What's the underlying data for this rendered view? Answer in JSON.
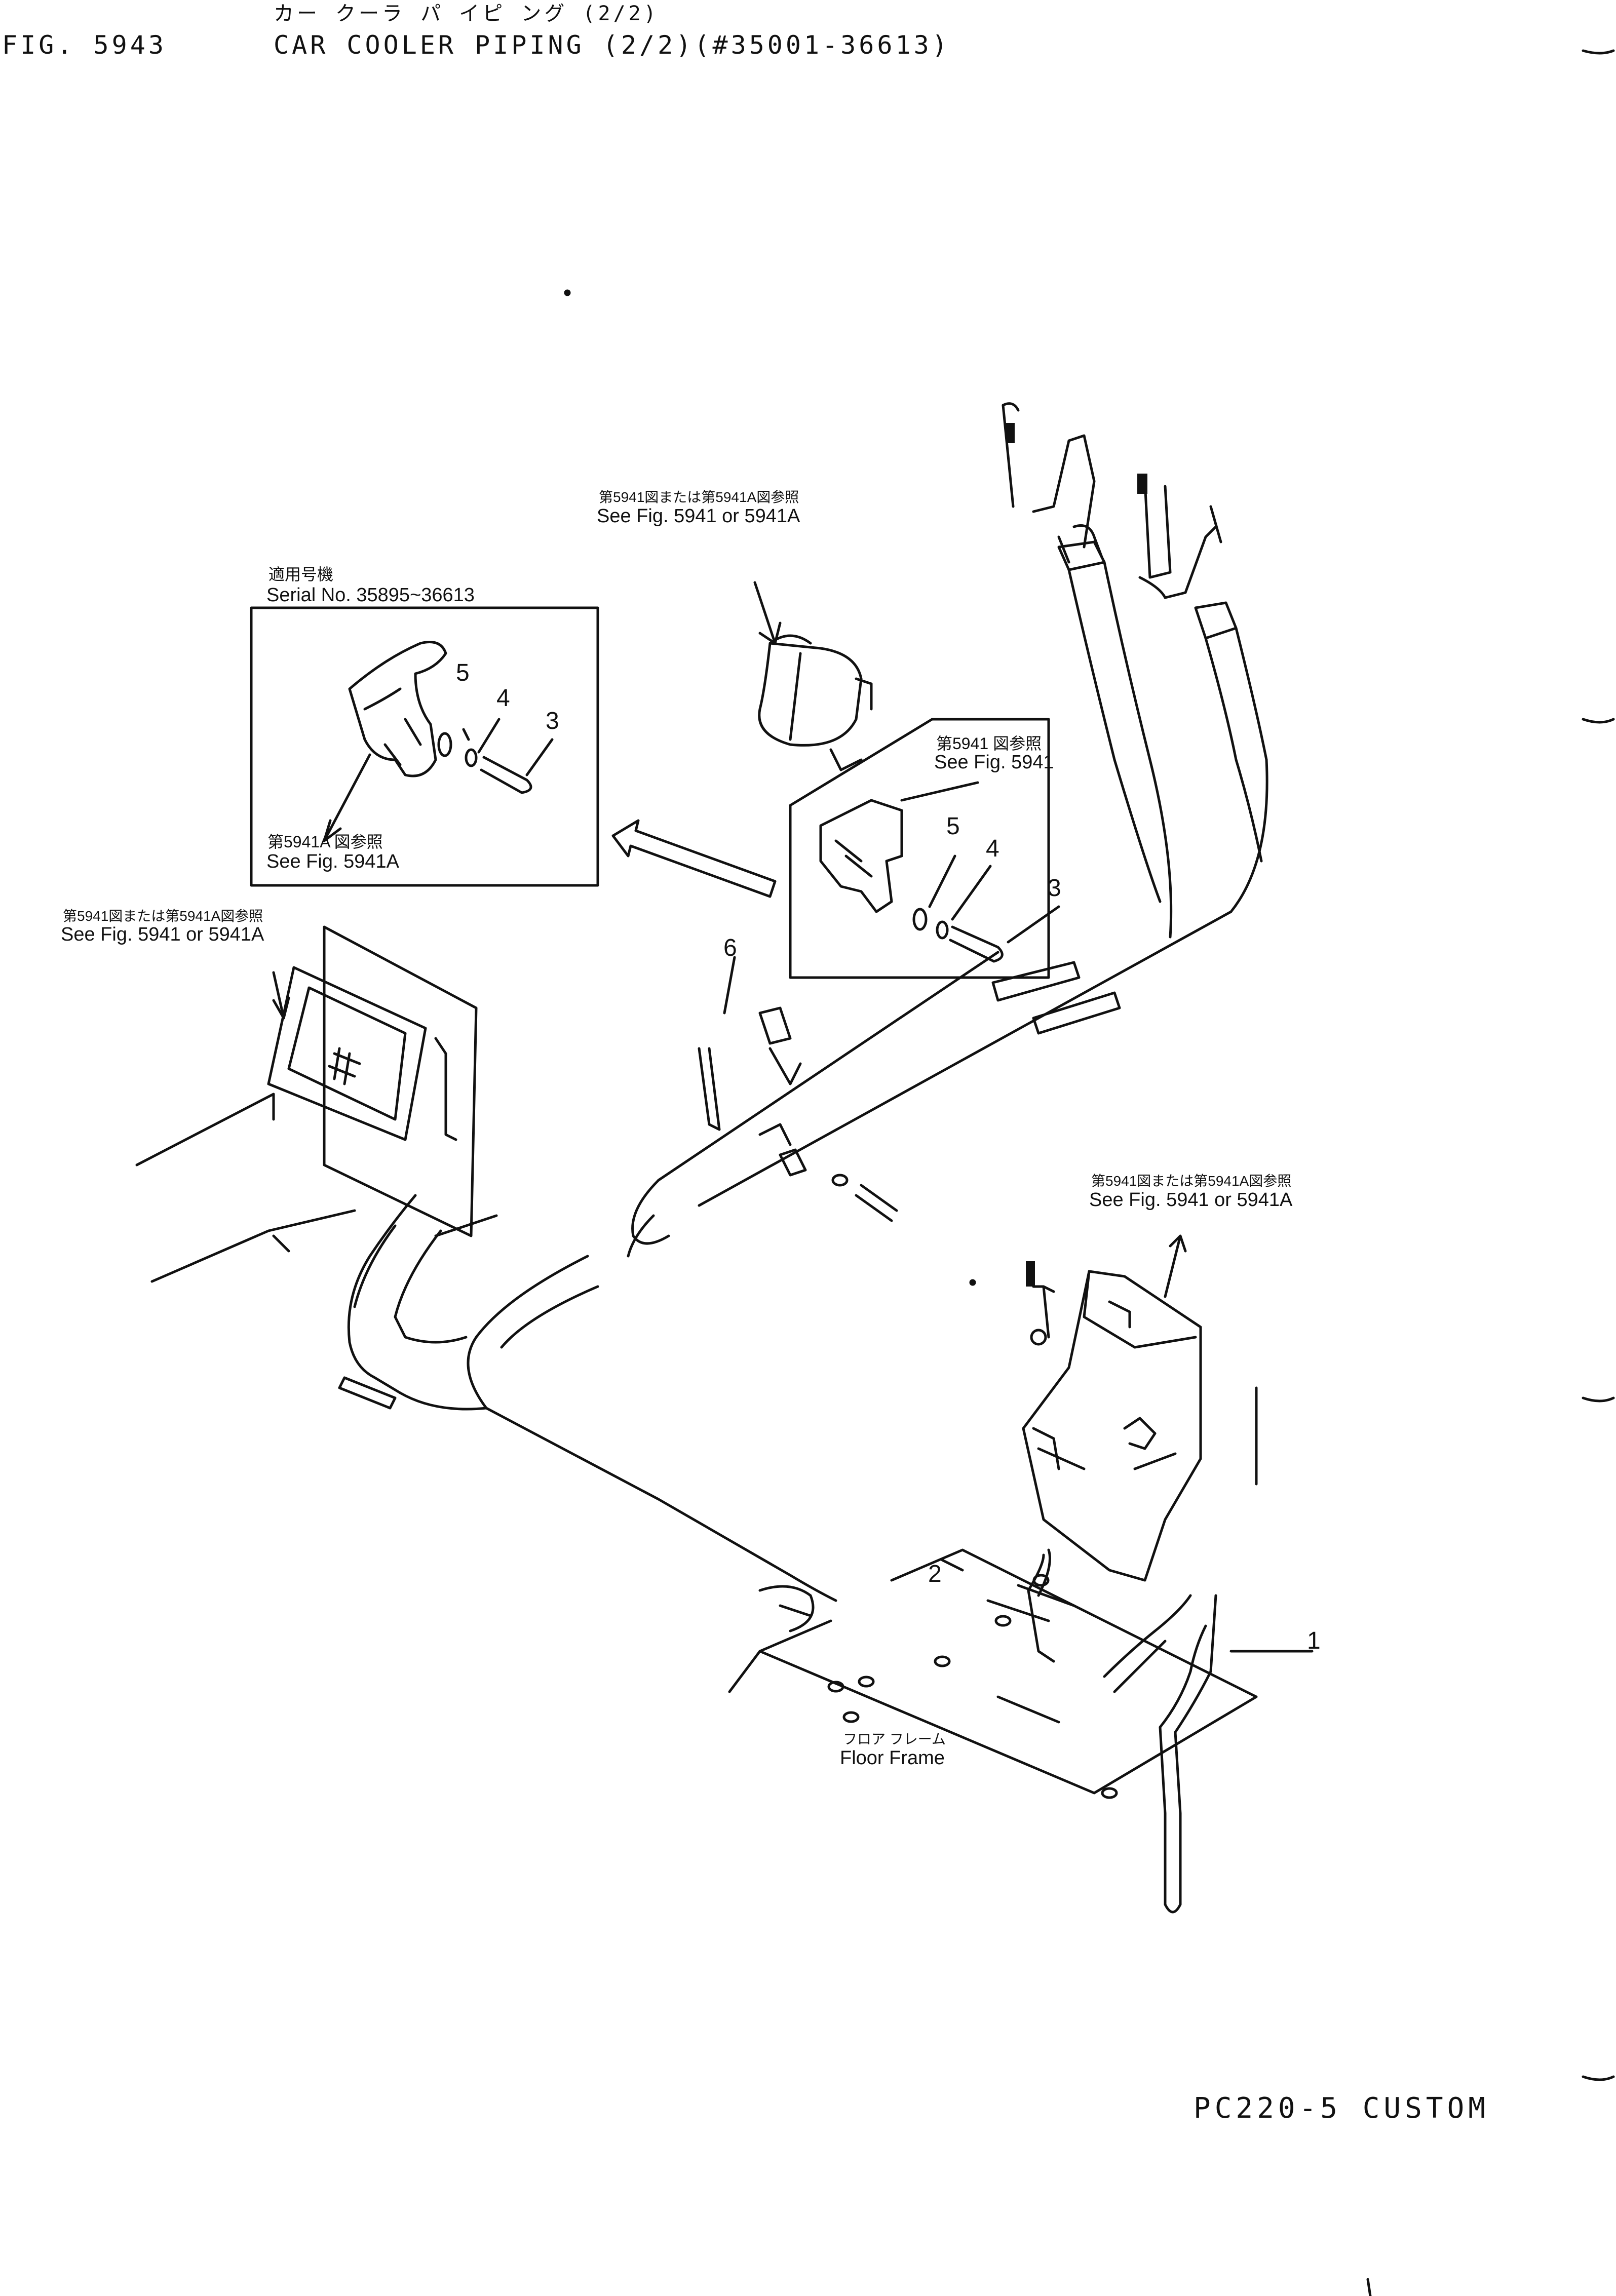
{
  "header": {
    "title_jp": "カー クーラ パ イピ ング (2/2)",
    "fig_no": "FIG. 5943",
    "title": "CAR COOLER PIPING (2/2)(#35001-36613)"
  },
  "callouts": {
    "inset_serial_jp": "適用号機",
    "inset_serial": "Serial No. 35895~36613",
    "see_5941_or_5941a_jp": "第5941図または第5941A図参照",
    "see_5941_or_5941a": "See Fig. 5941 or 5941A",
    "see_5941_jp": "第5941 図参照",
    "see_5941": "See Fig. 5941",
    "see_5941a_jp": "第5941A 図参照",
    "see_5941a": "See Fig. 5941A",
    "floor_frame_jp": "フロア フレーム",
    "floor_frame": "Floor Frame"
  },
  "part_numbers": [
    "1",
    "2",
    "3",
    "4",
    "5",
    "6"
  ],
  "footer": {
    "model": "PC220-5 CUSTOM"
  }
}
